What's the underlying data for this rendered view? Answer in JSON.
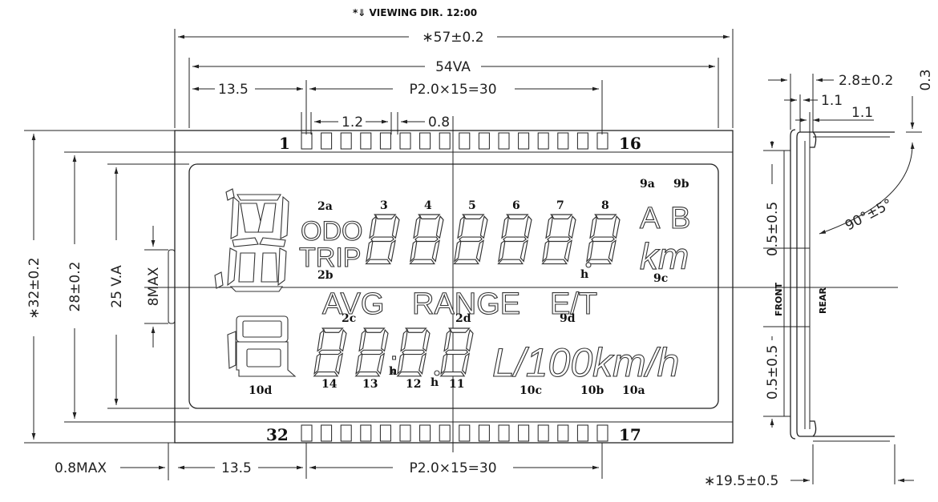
{
  "header": {
    "viewing_dir": "*⇓ VIEWING DIR. 12:00"
  },
  "dimensions": {
    "overall_width": "∗57±0.2",
    "va_width": "54VA",
    "left_offset_top": "13.5",
    "pitch_top": "P2.0×15=30",
    "pin_width": "1.2",
    "pin_gap": "0.8",
    "left_offset_bottom": "13.5",
    "pitch_bottom": "P2.0×15=30",
    "left_max": "0.8MAX",
    "overall_height": "∗32±0.2",
    "inner_height": "28±0.2",
    "va_height": "25 V.A",
    "tab_max": "8MAX",
    "side_thickness": "2.8±0.2",
    "side_top": "0.3",
    "side_a": "1.1",
    "side_b": "1.1",
    "side_upper": "0.5±0.5",
    "side_lower": "0.5±0.5",
    "side_angle": "90°±5°",
    "side_depth": "∗19.5±0.5"
  },
  "pins": {
    "top_left": "1",
    "top_right": "16",
    "bottom_left": "32",
    "bottom_right": "17"
  },
  "lcd": {
    "odo": "ODO",
    "trip": "TRIP",
    "avg": "AVG",
    "range": "RANGE",
    "et": "E/T",
    "km": "km",
    "letter_a": "A",
    "letter_b": "B",
    "l100": "L/100km/h",
    "colon": ":"
  },
  "segment_labels": {
    "s2a": "2a",
    "s2b": "2b",
    "s2c": "2c",
    "s2d": "2d",
    "s3": "3",
    "s4": "4",
    "s5": "5",
    "s6": "6",
    "s7": "7",
    "s8": "8",
    "s9a": "9a",
    "s9b": "9b",
    "s9c": "9c",
    "s9d": "9d",
    "h1": "h",
    "h2": "h",
    "h3": "h",
    "s10a": "10a",
    "s10b": "10b",
    "s10c": "10c",
    "s10d": "10d",
    "s11": "11",
    "s12": "12",
    "s13": "13",
    "s14": "14"
  },
  "side_view": {
    "front": "FRONT",
    "rear": "REAR"
  }
}
